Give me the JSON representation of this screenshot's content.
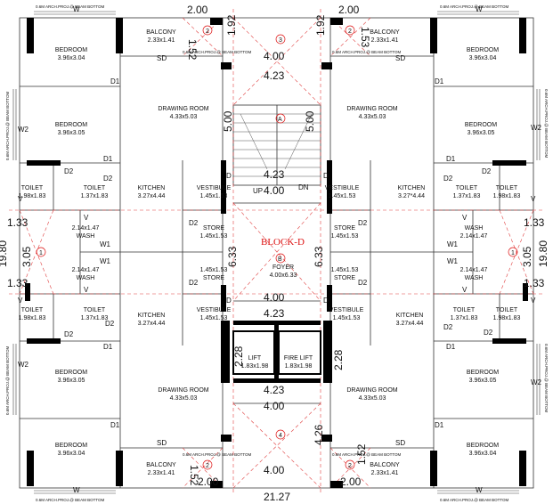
{
  "block": {
    "title": "BLOCK-D"
  },
  "grid_labels": [
    "1",
    "2",
    "3",
    "A",
    "B",
    "4"
  ],
  "rooms": [
    {
      "id": "bedroom-tl",
      "name": "BEDROOM",
      "dim": "3.96x3.04"
    },
    {
      "id": "balcony-tl",
      "name": "BALCONY",
      "dim": "2.33x1.41"
    },
    {
      "id": "balcony-tr",
      "name": "BALCONY",
      "dim": "2.33x1.41"
    },
    {
      "id": "bedroom-tr",
      "name": "BEDROOM",
      "dim": "3.96x3.04"
    },
    {
      "id": "drawing-tl",
      "name": "DRAWING ROOM",
      "dim": "4.33x5.03"
    },
    {
      "id": "drawing-tr",
      "name": "DRAWING ROOM",
      "dim": "4.33x5.03"
    },
    {
      "id": "bedroom2-tl",
      "name": "BEDROOM",
      "dim": "3.96x3.05"
    },
    {
      "id": "bedroom2-tr",
      "name": "BEDROOM",
      "dim": "3.96x3.05"
    },
    {
      "id": "toilet-tl-a",
      "name": "TOILET",
      "dim": "1.98x1.83"
    },
    {
      "id": "toilet-tl-b",
      "name": "TOILET",
      "dim": "1.37x1.83"
    },
    {
      "id": "kitchen-tl",
      "name": "KITCHEN",
      "dim": "3.27x4.44"
    },
    {
      "id": "vestibule-tl",
      "name": "VESTIBULE",
      "dim": "1.45x1.53"
    },
    {
      "id": "vestibule-tr",
      "name": "VESTIBULE",
      "dim": "1.45x1.53"
    },
    {
      "id": "kitchen-tr",
      "name": "KITCHEN",
      "dim": "3.27*4.44"
    },
    {
      "id": "toilet-tr-b",
      "name": "TOILET",
      "dim": "1.37x1.83"
    },
    {
      "id": "toilet-tr-a",
      "name": "TOILET",
      "dim": "1.98x1.83"
    },
    {
      "id": "wash-tl",
      "name": "WASH",
      "dim": "2.14x1.47"
    },
    {
      "id": "store-tl",
      "name": "STORE",
      "dim": "1.45x1.53"
    },
    {
      "id": "store-tr",
      "name": "STORE",
      "dim": "1.45x1.53"
    },
    {
      "id": "wash-tr",
      "name": "WASH",
      "dim": "2.14x1.47"
    },
    {
      "id": "wash-bl",
      "name": "WASH",
      "dim": "2.14x1.47"
    },
    {
      "id": "store-bl",
      "name": "STORE",
      "dim": "1.45x1.53"
    },
    {
      "id": "foyer",
      "name": "FOYER",
      "dim": "4.00x6.33"
    },
    {
      "id": "store-br",
      "name": "STORE",
      "dim": "1.45x1.53"
    },
    {
      "id": "wash-br",
      "name": "WASH",
      "dim": "2.14x1.47"
    },
    {
      "id": "toilet-bl-a",
      "name": "TOILET",
      "dim": "1.98x1.83"
    },
    {
      "id": "toilet-bl-b",
      "name": "TOILET",
      "dim": "1.37x1.83"
    },
    {
      "id": "vestibule-bl",
      "name": "VESTIBULE",
      "dim": "1.45x1.53"
    },
    {
      "id": "vestibule-br",
      "name": "VESTIBULE",
      "dim": "1.45x1.53"
    },
    {
      "id": "toilet-br-b",
      "name": "TOILET",
      "dim": "1.37x1.83"
    },
    {
      "id": "toilet-br-a",
      "name": "TOILET",
      "dim": "1.98x1.83"
    },
    {
      "id": "kitchen-bl",
      "name": "KITCHEN",
      "dim": "3.27x4.44"
    },
    {
      "id": "kitchen-br",
      "name": "KITCHEN",
      "dim": "3.27x4.44"
    },
    {
      "id": "lift",
      "name": "LIFT",
      "dim": "1.83x1.98"
    },
    {
      "id": "fire-lift",
      "name": "FIRE LIFT",
      "dim": "1.83x1.98"
    },
    {
      "id": "bedroom2-bl",
      "name": "BEDROOM",
      "dim": "3.96x3.05"
    },
    {
      "id": "bedroom2-br",
      "name": "BEDROOM",
      "dim": "3.96x3.05"
    },
    {
      "id": "drawing-bl",
      "name": "DRAWING ROOM",
      "dim": "4.33x5.03"
    },
    {
      "id": "drawing-br",
      "name": "DRAWING ROOM",
      "dim": "4.33x5.03"
    },
    {
      "id": "bedroom-bl",
      "name": "BEDROOM",
      "dim": "3.96x3.04"
    },
    {
      "id": "bedroom-br",
      "name": "BEDROOM",
      "dim": "3.96x3.04"
    },
    {
      "id": "balcony-bl",
      "name": "BALCONY",
      "dim": "2.33x1.41"
    },
    {
      "id": "balcony-br",
      "name": "BALCONY",
      "dim": "2.33x1.41"
    }
  ],
  "dimensions": {
    "top_left_width": "2.00",
    "top_right_width": "2.00",
    "bottom_left_width": "2.00",
    "bottom_right_width": "2.00",
    "balcony_depth": "1.52",
    "balcony_depth_alt": "1.53",
    "top_depth": "1.92",
    "core_width": "4.00",
    "core_width_outer": "4.23",
    "stair_run": "5.00",
    "lobby_length": "6.33",
    "left_gap": "1.33",
    "left_wash": "3.05",
    "right_wash": "3.05",
    "lift_depth": "2.28",
    "bottom_depth": "4.26",
    "overall_width": "21.27",
    "overall_height": "19.80",
    "left_height_partial": "19.80"
  },
  "doors": {
    "d1": "D1",
    "d2": "D2",
    "sd": "SD",
    "w": "W",
    "w1": "W1",
    "w2": "W2",
    "v": "V",
    "d": "D"
  },
  "stairs": {
    "up": "UP",
    "dn": "DN"
  },
  "beam_note": "0.6M  ARCH.PROJ.@ BEAM BOTTOM"
}
